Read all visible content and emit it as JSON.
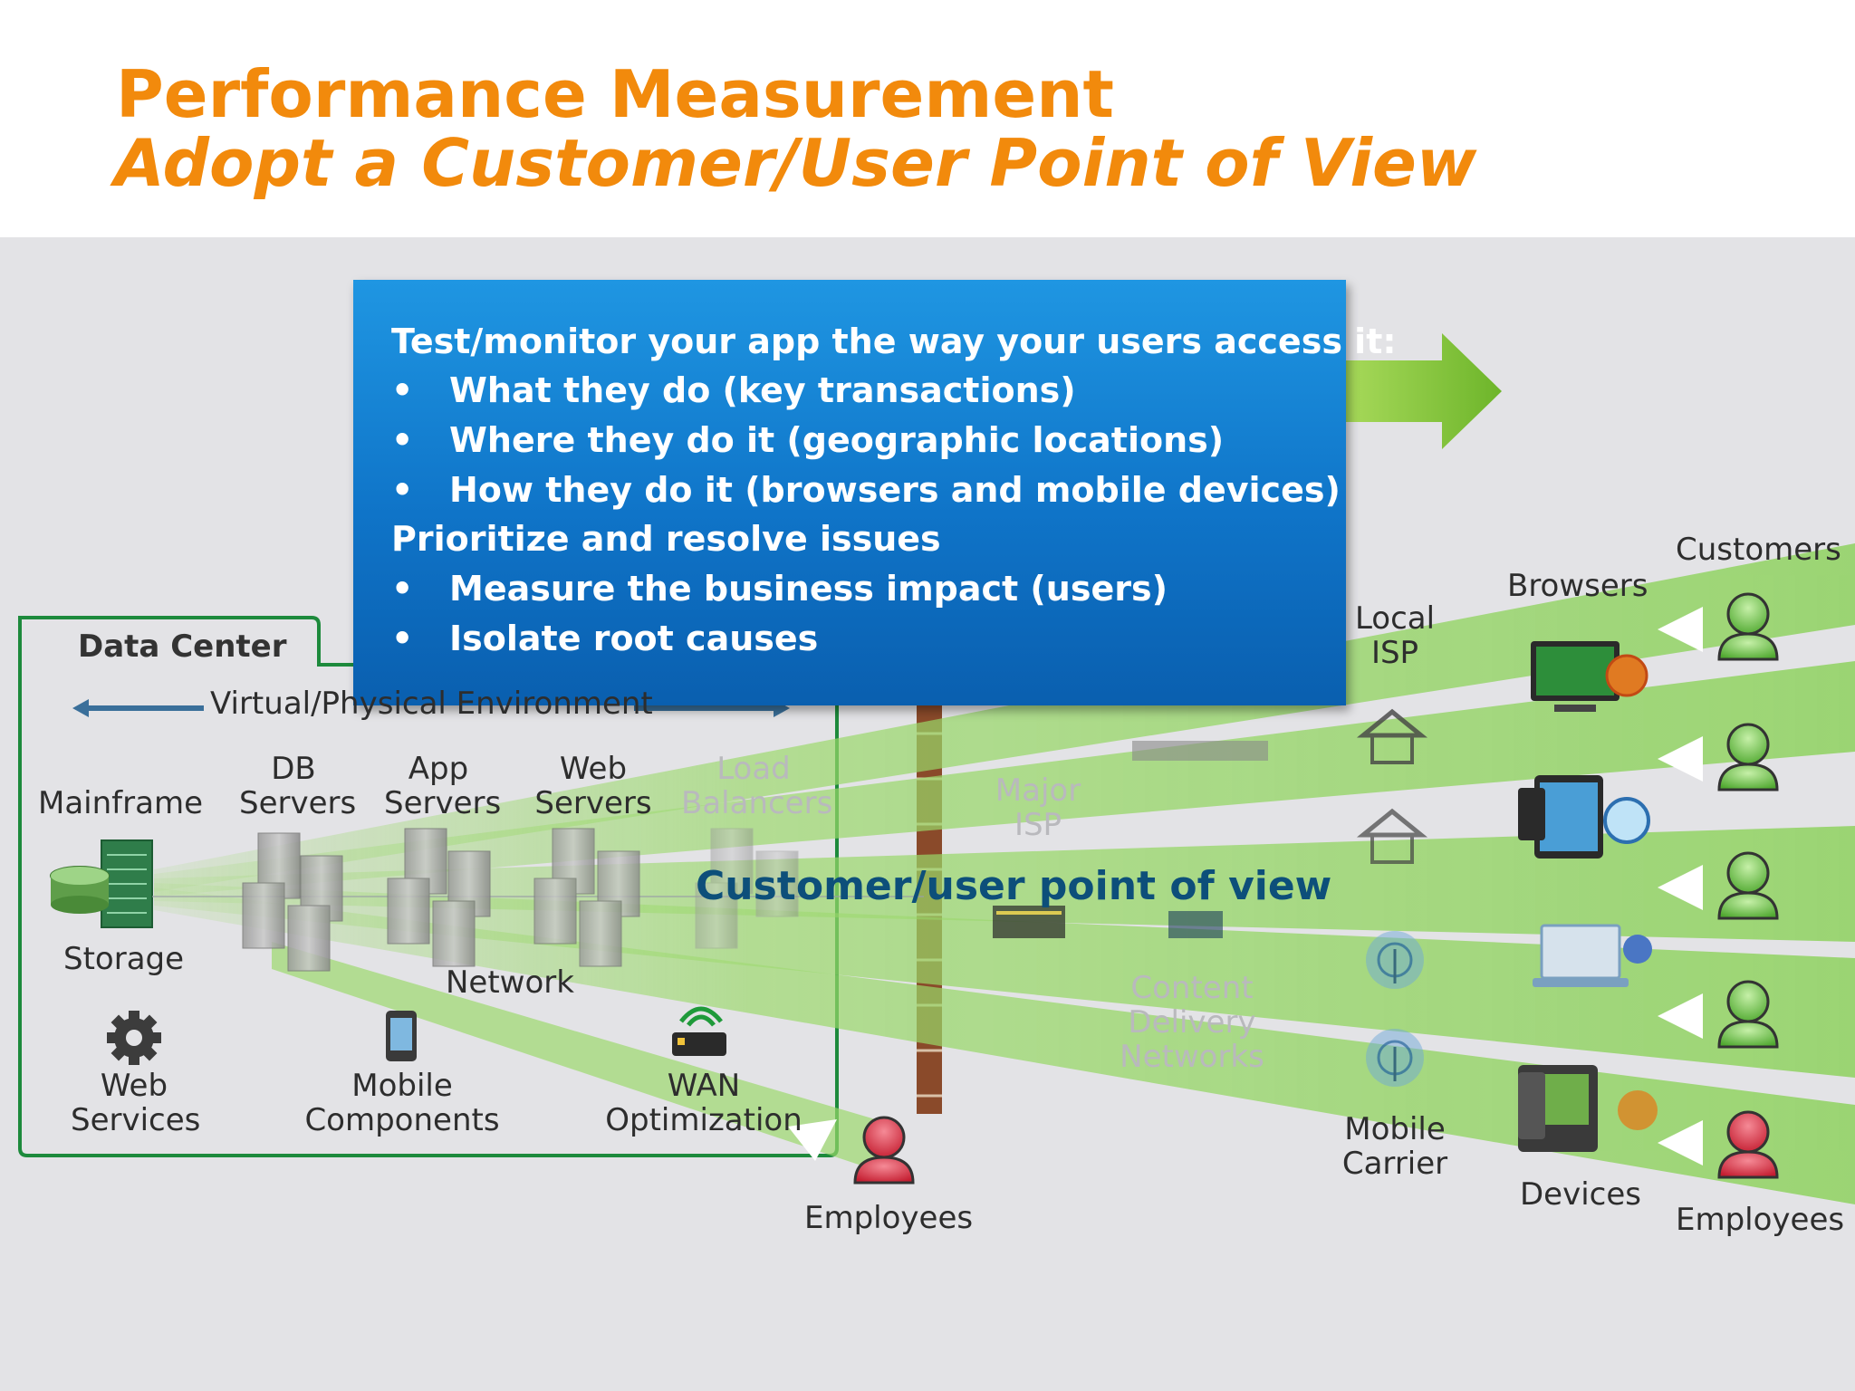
{
  "title": {
    "line1": "Performance Measurement",
    "line2": "Adopt a Customer/User Point of View"
  },
  "callout": {
    "heading1": "Test/monitor your app the way your users access it:",
    "bullets1": [
      "What they do (key transactions)",
      "Where they do it (geographic locations)",
      "How they do it (browsers and mobile devices)"
    ],
    "heading2": "Prioritize and resolve issues",
    "bullets2": [
      "Measure the business impact (users)",
      "Isolate root causes"
    ],
    "bullet_glyph": "•"
  },
  "data_center": {
    "title": "Data Center",
    "environment": "Virtual/Physical Environment",
    "mainframe": "Mainframe",
    "db_servers": "DB Servers",
    "app_servers": "App Servers",
    "web_servers": "Web Servers",
    "load_balancers": "Load Balancers",
    "storage": "Storage",
    "network": "Network",
    "web_services": "Web Services",
    "mobile_components": "Mobile Components",
    "wan_optimization": "WAN Optimization"
  },
  "internet": {
    "major_isp": "Major ISP",
    "content_delivery": "Content Delivery Networks",
    "local_isp": "Local ISP",
    "mobile_carrier": "Mobile Carrier"
  },
  "endpoints": {
    "browsers": "Browsers",
    "devices": "Devices",
    "customers": "Customers",
    "employees_right": "Employees",
    "employees_left": "Employees"
  },
  "pov_label": "Customer/user point of view",
  "colors": {
    "title_orange": "#f28a0c",
    "callout_blue": "#1478cc",
    "beam_green": "#9bd96b",
    "arrow_green": "#7dc12e",
    "dc_border_green": "#1d8a3c",
    "user_green": "#6cc04a",
    "user_red": "#d0283a",
    "pov_text": "#0d4f7a"
  },
  "icons": [
    "server-rack-icon",
    "storage-disk-icon",
    "gear-icon",
    "phone-icon",
    "wan-router-icon",
    "house-icon",
    "antenna-icon",
    "user-icon",
    "monitor-icon",
    "tablet-icon",
    "laptop-icon",
    "mobile-device-icon",
    "triangle-pointer-icon"
  ]
}
